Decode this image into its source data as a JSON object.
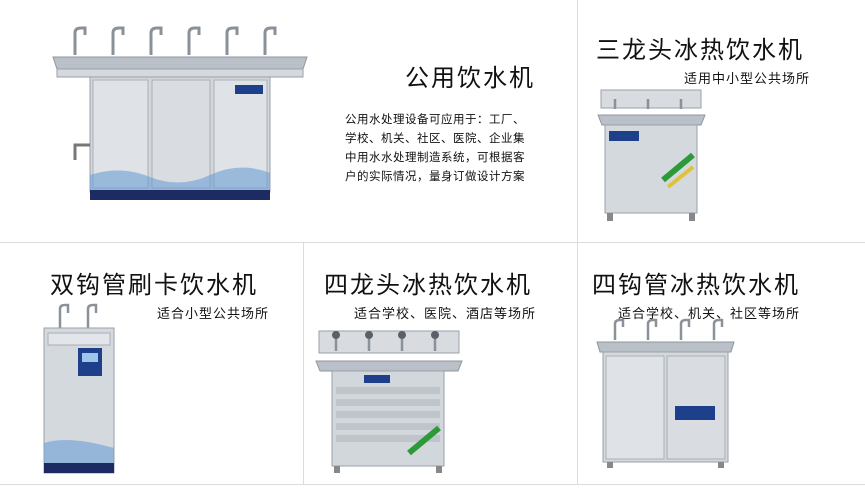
{
  "products": [
    {
      "id": "public",
      "title": "公用饮水机",
      "description_lines": [
        "公用水处理设备可应用于：工厂、",
        "学校、机关、社区、医院、企业集",
        "中用水水处理制造系统，可根据客",
        "户的实际情况，量身订做设计方案"
      ]
    },
    {
      "id": "three-tap",
      "title": "三龙头冰热饮水机",
      "subtitle": "适用中小型公共场所"
    },
    {
      "id": "dual-card",
      "title": "双钩管刷卡饮水机",
      "subtitle": "适合小型公共场所"
    },
    {
      "id": "four-tap",
      "title": "四龙头冰热饮水机",
      "subtitle": "适合学校、医院、酒店等场所"
    },
    {
      "id": "four-hook",
      "title": "四钩管冰热饮水机",
      "subtitle": "适合学校、机关、社区等场所"
    }
  ],
  "colors": {
    "steel": "#c8cdd3",
    "steel_dark": "#9aa1a8",
    "border": "#dcdcdc",
    "accent_blue": "#1e3f8a",
    "accent_green": "#2d9a3a"
  }
}
